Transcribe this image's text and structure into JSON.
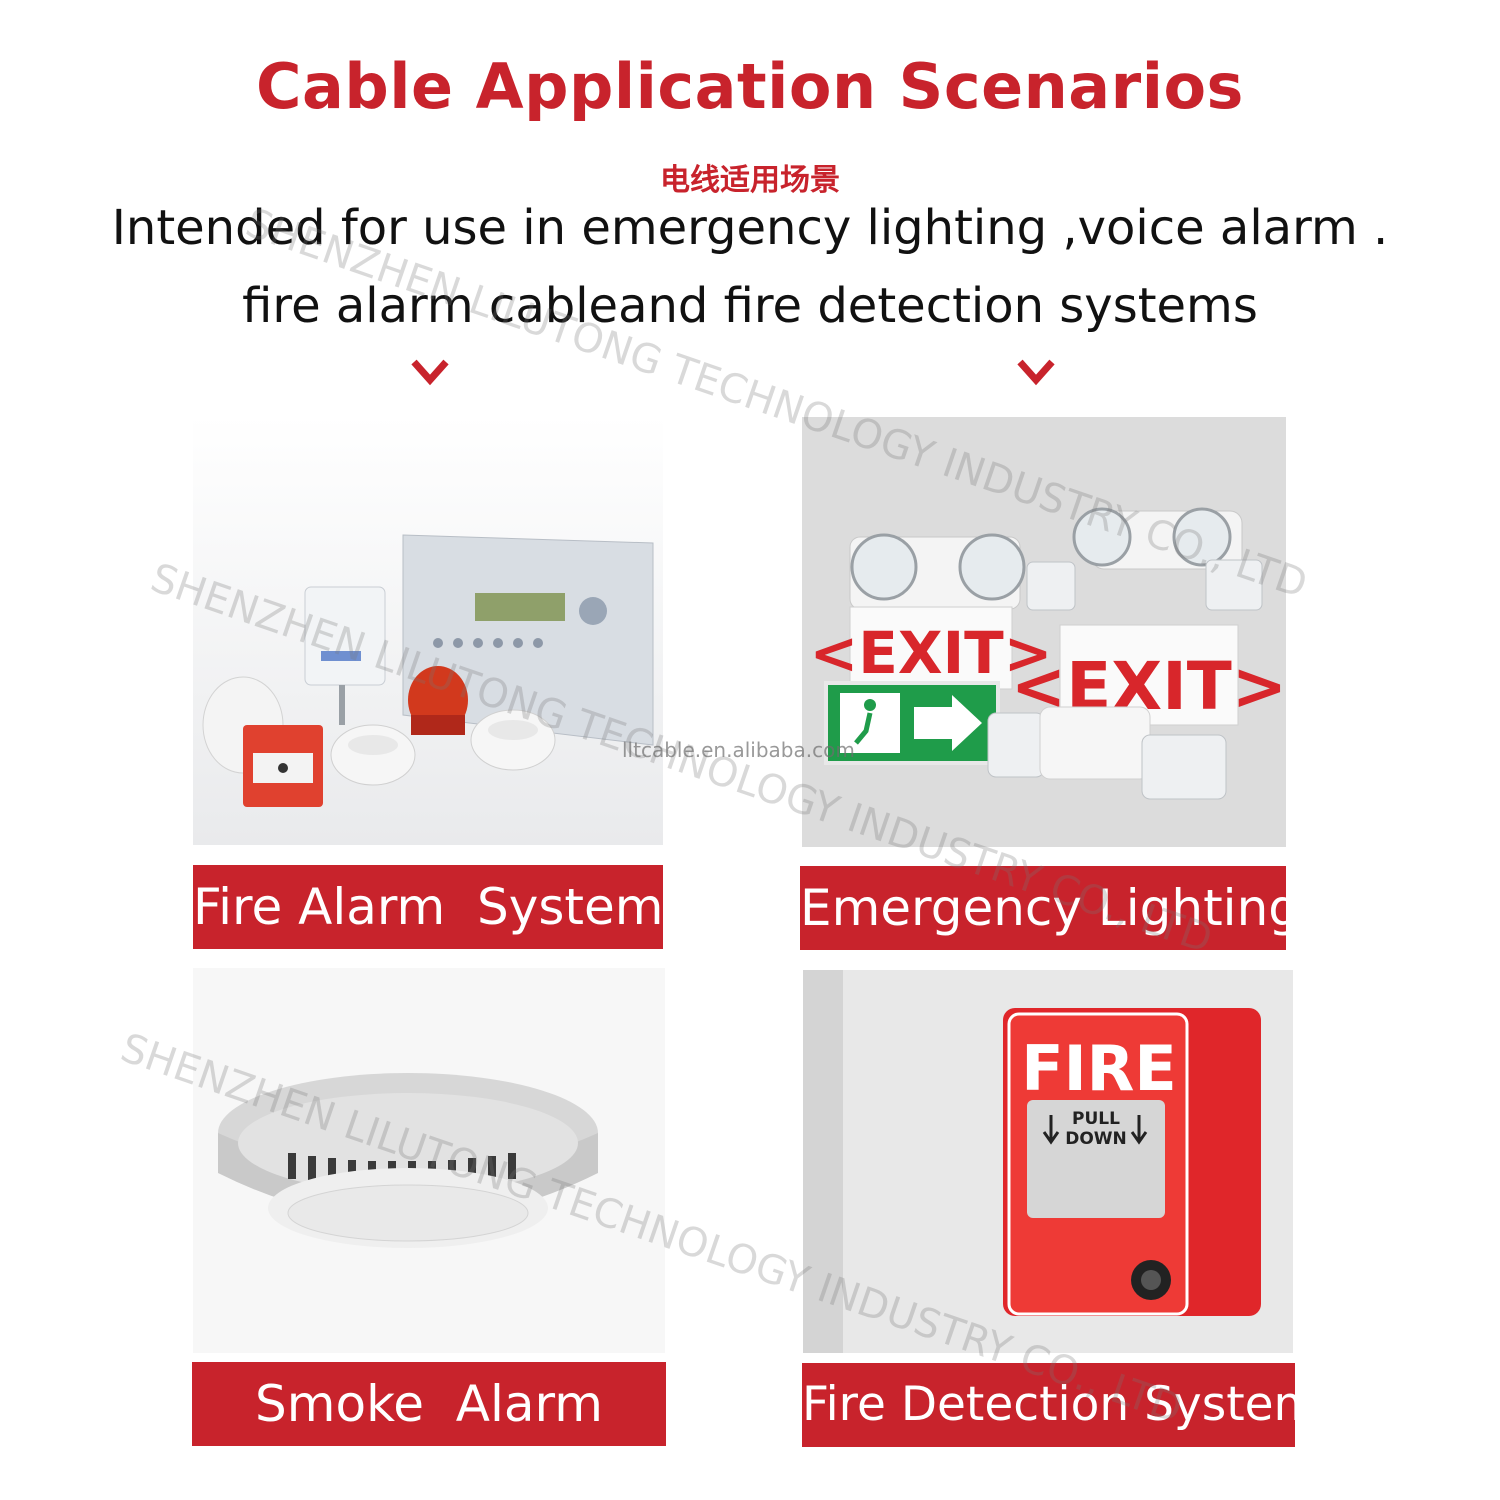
{
  "header": {
    "title": "Cable Application Scenarios",
    "subtitle_cn": "电线适用场景",
    "description_line1": "Intended for use in emergency lighting ,voice alarm .",
    "description_line2": "fire alarm cableand fire detection systems"
  },
  "panels": [
    {
      "label": "Fire Alarm  System"
    },
    {
      "label": "Emergency Lighting"
    },
    {
      "label": "Smoke  Alarm"
    },
    {
      "label": "Fire Detection System"
    }
  ],
  "photo_text": {
    "exit_sign": "<EXIT>",
    "fire_pull_title": "FIRE",
    "fire_pull_line1": "PULL",
    "fire_pull_line2": "DOWN"
  },
  "watermark": {
    "text": "SHENZHEN LILUTONG TECHNOLOGY INDUSTRY CO., LTD",
    "url": "lltcable.en.alibaba.com"
  },
  "colors": {
    "accent": "#c8232c",
    "text": "#111111"
  }
}
